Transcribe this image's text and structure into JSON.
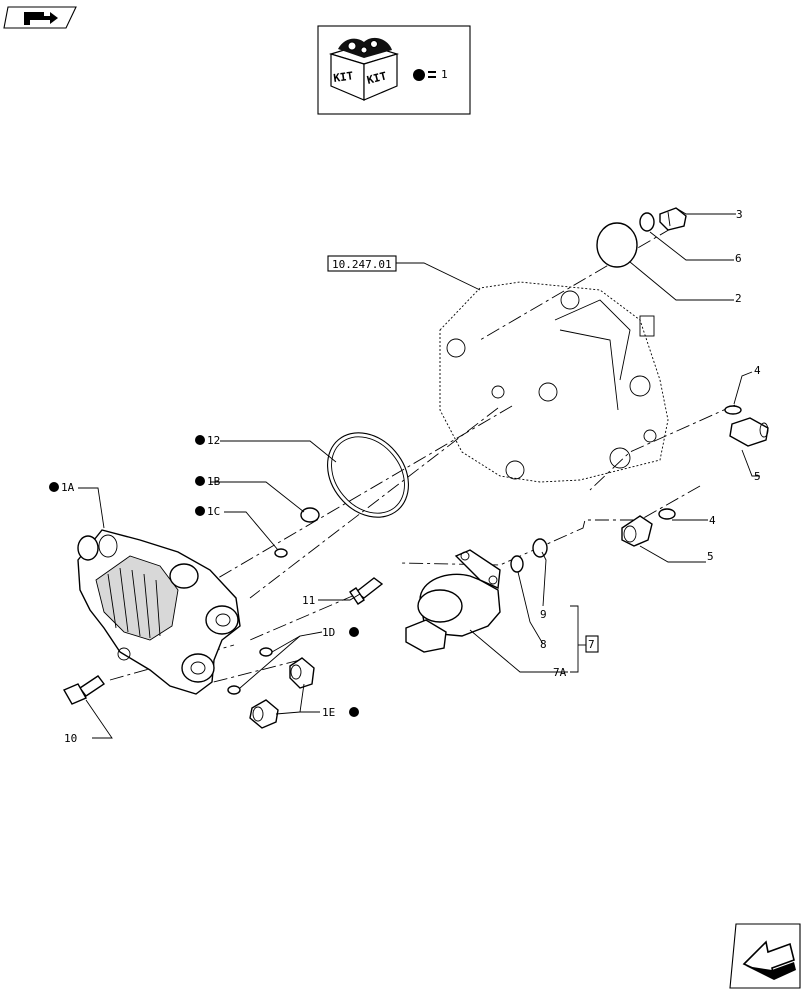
{
  "kit_box": {
    "kit_text_left": "KIT",
    "kit_text_right": "KIT",
    "legend_ref": "1"
  },
  "reference_box": "10.247.01",
  "callouts": {
    "c3": "3",
    "c6": "6",
    "c2": "2",
    "c4a": "4",
    "c5a": "5",
    "c4b": "4",
    "c5b": "5",
    "c12": "12",
    "c1b": "1B",
    "c1c": "1C",
    "c1a": "1A",
    "c11": "11",
    "c9": "9",
    "c8": "8",
    "c7a": "7A",
    "c7": "7",
    "c1d": "1D",
    "c1e": "1E",
    "c10": "10"
  },
  "icons": {
    "top_left": "folder-back-icon",
    "bottom_right": "next-page-arrow-icon",
    "kit_marker": "black-dot-marker"
  }
}
